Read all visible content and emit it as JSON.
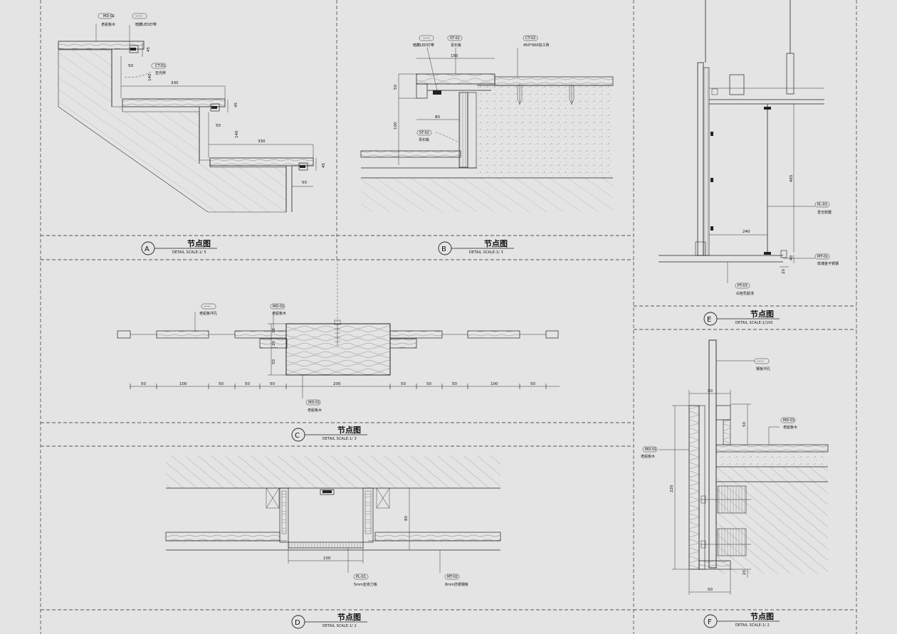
{
  "drawing": {
    "details": [
      {
        "id": "A",
        "title": "节点图",
        "subtitle": "DETAIL   SCALE:1/  5",
        "callouts": [
          {
            "code": "MD-01",
            "text": "老船板木"
          },
          {
            "code": "——",
            "text": "暗藏LED灯带"
          },
          {
            "code": "CT-01",
            "text": "亚光砖"
          }
        ],
        "dimensions": [
          "45",
          "50",
          "140",
          "330",
          "45",
          "50",
          "140",
          "330",
          "45",
          "50"
        ]
      },
      {
        "id": "B",
        "title": "节点图",
        "subtitle": "DETAIL   SCALE:1/  3",
        "callouts": [
          {
            "code": "——",
            "text": "暗藏LED灯带"
          },
          {
            "code": "ST-02",
            "text": "青石板"
          },
          {
            "code": "CT-02",
            "text": "450*900加工砖"
          },
          {
            "code": "ST-02",
            "text": "青石板"
          }
        ],
        "dimensions": [
          "150",
          "50",
          "80",
          "100"
        ]
      },
      {
        "id": "C",
        "title": "节点图",
        "subtitle": "DETAIL   SCALE:1/  3",
        "callouts": [
          {
            "code": "——",
            "text": "老船板冲孔"
          },
          {
            "code": "MD-01",
            "text": "老船板木"
          },
          {
            "code": "MD-01",
            "text": "老船板木"
          }
        ],
        "dimensions": [
          "50",
          "100",
          "50",
          "50",
          "50",
          "200",
          "50",
          "50",
          "50",
          "100",
          "50",
          "15",
          "20",
          "50"
        ]
      },
      {
        "id": "D",
        "title": "节点图",
        "subtitle": "DETAIL   SCALE:1/  2",
        "callouts": [
          {
            "code": "PL-01",
            "text": "5mm亚克力板"
          },
          {
            "code": "MT-02",
            "text": "8mm仿锈钢板"
          }
        ],
        "dimensions": [
          "100",
          "80"
        ]
      },
      {
        "id": "E",
        "title": "节点图",
        "subtitle": "DETAIL   SCALE:1/100",
        "callouts": [
          {
            "code": "PL-03",
            "text": "发光软膜"
          },
          {
            "code": "MT-01",
            "text": "玫瑰金不锈钢"
          },
          {
            "code": "PT-03",
            "text": "白色乳胶漆"
          }
        ],
        "dimensions": [
          "465",
          "240",
          "40",
          "20"
        ]
      },
      {
        "id": "F",
        "title": "节点图",
        "subtitle": "DETAIL   SCALE:1/  2",
        "callouts": [
          {
            "code": "——",
            "text": "钢板冲孔"
          },
          {
            "code": "MD-01",
            "text": "老船板木"
          },
          {
            "code": "MD-01",
            "text": "老船板木"
          }
        ],
        "dimensions": [
          "50",
          "50",
          "220",
          "20",
          "50"
        ]
      }
    ]
  }
}
